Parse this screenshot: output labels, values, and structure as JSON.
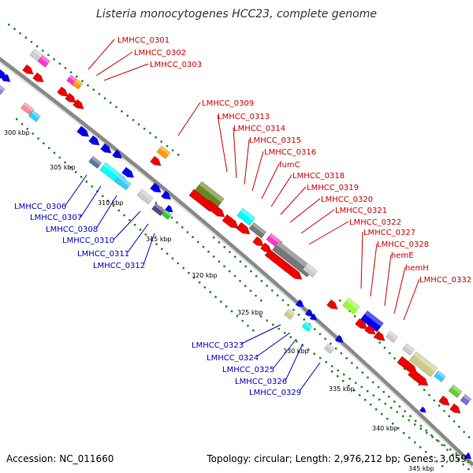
{
  "title": "Listeria monocytogenes HCC23, complete genome",
  "footer": {
    "accession": "Accession: NC_011660",
    "summary": "Topology: circular; Length: 2,976,212 bp; Genes: 3,059"
  },
  "ticks": [
    "300 kbp",
    "305 kbp",
    "310 kbp",
    "315 kbp",
    "320 kbp",
    "325 kbp",
    "330 kbp",
    "335 kbp",
    "340 kbp",
    "345 kbp"
  ],
  "colors": {
    "forward_strand": "#ee0000",
    "reverse_strand": "#0000ee",
    "backbone": "#777777",
    "tick_dots": "#228822"
  },
  "labels_forward": [
    "LMHCC_0301",
    "LMHCC_0302",
    "LMHCC_0303",
    "LMHCC_0309",
    "LMHCC_0313",
    "LMHCC_0314",
    "LMHCC_0315",
    "LMHCC_0316",
    "fumC",
    "LMHCC_0318",
    "LMHCC_0319",
    "LMHCC_0320",
    "LMHCC_0321",
    "LMHCC_0322",
    "LMHCC_0327",
    "LMHCC_0328",
    "hemE",
    "hemH",
    "LMHCC_0332"
  ],
  "labels_reverse": [
    "LMHCC_0306",
    "LMHCC_0307",
    "LMHCC_0308",
    "LMHCC_0310",
    "LMHCC_0311",
    "LMHCC_0312",
    "LMHCC_0323",
    "LMHCC_0324",
    "LMHCC_0325",
    "LMHCC_0326",
    "LMHCC_0329"
  ]
}
